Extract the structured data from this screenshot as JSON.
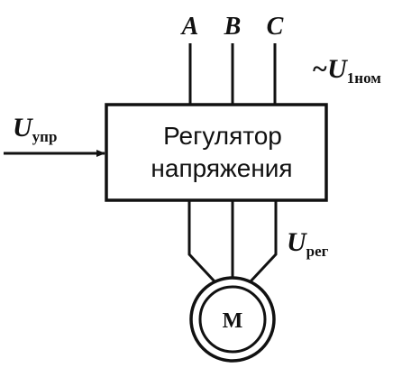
{
  "phases": [
    "A",
    "B",
    "C"
  ],
  "supply": {
    "prefix": "~",
    "symbol": "U",
    "subscript": "1ном"
  },
  "control": {
    "symbol": "U",
    "subscript": "упр"
  },
  "regulated": {
    "symbol": "U",
    "subscript": "рег"
  },
  "regulator": {
    "line1": "Регулятор",
    "line2": "напряжения"
  },
  "motor": {
    "letter": "М"
  }
}
